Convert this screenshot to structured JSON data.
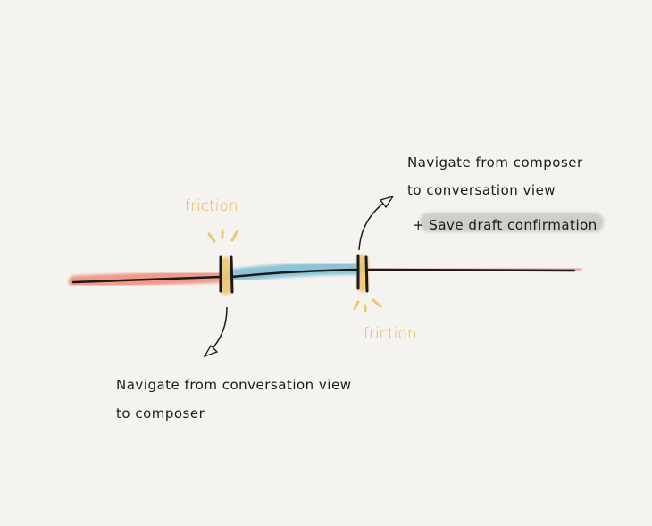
{
  "colors": {
    "background": "#f4f3f0",
    "friction_segment": "#f19a88",
    "smooth_segment": "#8cc3d6",
    "friction_marker": "#f0c56c",
    "friction_label": "#e9b34f",
    "ink": "#1a1a1a",
    "highlight": "#c9c8c4"
  },
  "labels": {
    "friction_1": "friction",
    "friction_2": "friction"
  },
  "notes": {
    "top": {
      "line1": "Navigate from composer",
      "line2": "to conversation view",
      "line3": "+ Save draft confirmation"
    },
    "bottom": {
      "line1": "Navigate from conversation view",
      "line2": "to composer"
    }
  }
}
